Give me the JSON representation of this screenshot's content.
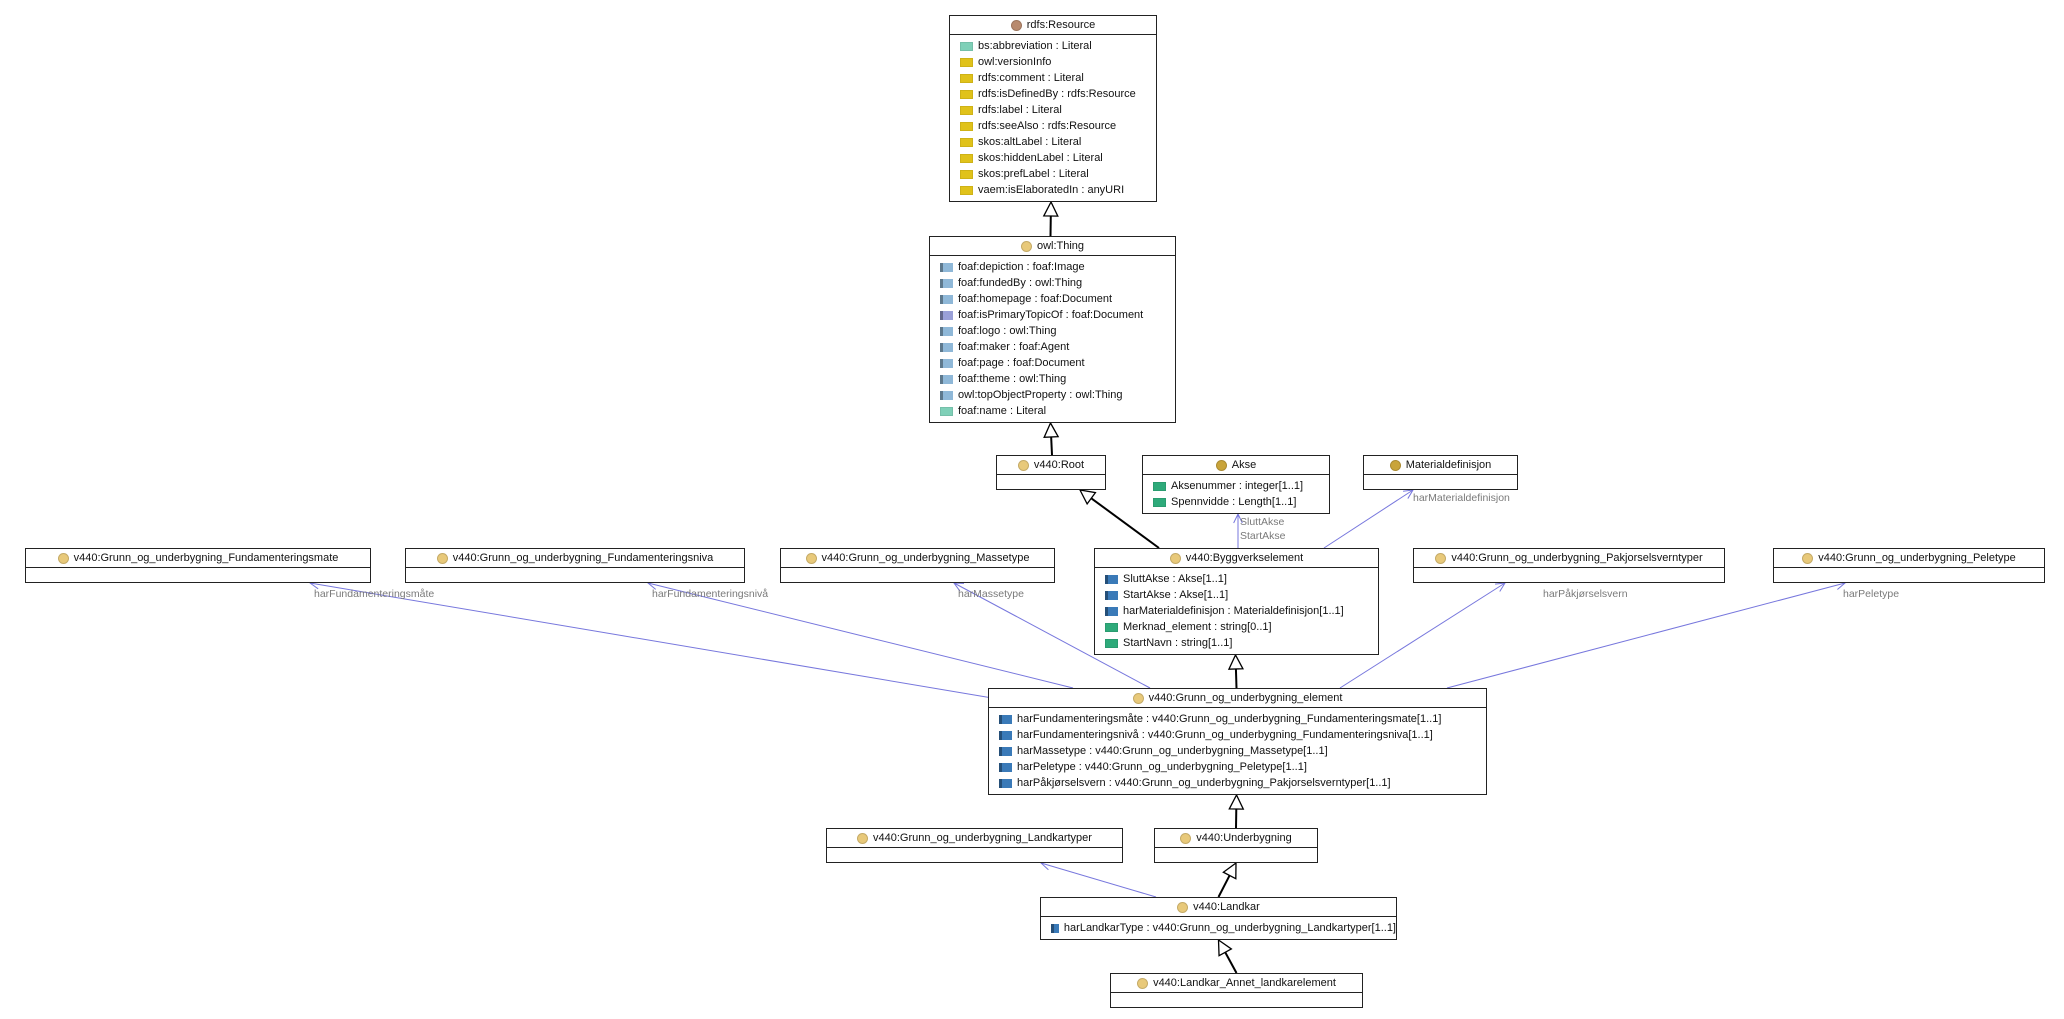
{
  "colors": {
    "yellow_dot": "#e8c97a",
    "resource_dot": "#b88a6e",
    "individual_dot": "#c9a43a",
    "yellow_attr": "#e0c21a",
    "teal_attr": "#7fd0b8",
    "lightblue_attr": "#8fb8d8",
    "purple_attr": "#9aa0d8",
    "green_attr": "#2eaa7a",
    "blue_attr": "#3a7ab8",
    "assoc_line": "#7777dd",
    "label_gray": "#7a7a7a"
  },
  "nodes": [
    {
      "id": "resource",
      "title": "rdfs:Resource",
      "icon": "resource-class-icon",
      "attributes": [
        {
          "text": "bs:abbreviation : Literal",
          "kind": "teal"
        },
        {
          "text": "owl:versionInfo",
          "kind": "yellow"
        },
        {
          "text": "rdfs:comment : Literal",
          "kind": "yellow"
        },
        {
          "text": "rdfs:isDefinedBy : rdfs:Resource",
          "kind": "yellow"
        },
        {
          "text": "rdfs:label : Literal",
          "kind": "yellow"
        },
        {
          "text": "rdfs:seeAlso : rdfs:Resource",
          "kind": "yellow"
        },
        {
          "text": "skos:altLabel : Literal",
          "kind": "yellow"
        },
        {
          "text": "skos:hiddenLabel : Literal",
          "kind": "yellow"
        },
        {
          "text": "skos:prefLabel : Literal",
          "kind": "yellow"
        },
        {
          "text": "vaem:isElaboratedIn : anyURI",
          "kind": "yellow"
        }
      ]
    },
    {
      "id": "thing",
      "title": "owl:Thing",
      "icon": "class-icon",
      "attributes": [
        {
          "text": "foaf:depiction : foaf:Image",
          "kind": "lightblue"
        },
        {
          "text": "foaf:fundedBy : owl:Thing",
          "kind": "lightblue"
        },
        {
          "text": "foaf:homepage : foaf:Document",
          "kind": "lightblue"
        },
        {
          "text": "foaf:isPrimaryTopicOf : foaf:Document",
          "kind": "purple"
        },
        {
          "text": "foaf:logo : owl:Thing",
          "kind": "lightblue"
        },
        {
          "text": "foaf:maker : foaf:Agent",
          "kind": "lightblue"
        },
        {
          "text": "foaf:page : foaf:Document",
          "kind": "lightblue"
        },
        {
          "text": "foaf:theme : owl:Thing",
          "kind": "lightblue"
        },
        {
          "text": "owl:topObjectProperty : owl:Thing",
          "kind": "lightblue"
        },
        {
          "text": "foaf:name : Literal",
          "kind": "teal"
        }
      ]
    },
    {
      "id": "root",
      "title": "v440:Root",
      "icon": "class-icon",
      "attributes": []
    },
    {
      "id": "akse",
      "title": "Akse",
      "icon": "individual-class-icon",
      "attributes": [
        {
          "text": "Aksenummer : integer[1..1]",
          "kind": "green"
        },
        {
          "text": "Spennvidde : Length[1..1]",
          "kind": "green"
        }
      ]
    },
    {
      "id": "materialdef",
      "title": "Materialdefinisjon",
      "icon": "individual-class-icon",
      "attributes": []
    },
    {
      "id": "fundmate",
      "title": "v440:Grunn_og_underbygning_Fundamenteringsmate",
      "icon": "class-icon",
      "attributes": []
    },
    {
      "id": "fundniva",
      "title": "v440:Grunn_og_underbygning_Fundamenteringsniva",
      "icon": "class-icon",
      "attributes": []
    },
    {
      "id": "massetype",
      "title": "v440:Grunn_og_underbygning_Massetype",
      "icon": "class-icon",
      "attributes": []
    },
    {
      "id": "bygg",
      "title": "v440:Byggverkselement",
      "icon": "class-icon",
      "attributes": [
        {
          "text": "SluttAkse : Akse[1..1]",
          "kind": "blue"
        },
        {
          "text": "StartAkse : Akse[1..1]",
          "kind": "blue"
        },
        {
          "text": "harMaterialdefinisjon : Materialdefinisjon[1..1]",
          "kind": "blue"
        },
        {
          "text": "Merknad_element : string[0..1]",
          "kind": "green"
        },
        {
          "text": "StartNavn : string[1..1]",
          "kind": "green"
        }
      ]
    },
    {
      "id": "pakjor",
      "title": "v440:Grunn_og_underbygning_Pakjorselsverntyper",
      "icon": "class-icon",
      "attributes": []
    },
    {
      "id": "peletype",
      "title": "v440:Grunn_og_underbygning_Peletype",
      "icon": "class-icon",
      "attributes": []
    },
    {
      "id": "gue",
      "title": "v440:Grunn_og_underbygning_element",
      "icon": "class-icon",
      "attributes": [
        {
          "text": "harFundamenteringsmåte : v440:Grunn_og_underbygning_Fundamenteringsmate[1..1]",
          "kind": "blue"
        },
        {
          "text": "harFundamenteringsnivå : v440:Grunn_og_underbygning_Fundamenteringsniva[1..1]",
          "kind": "blue"
        },
        {
          "text": "harMassetype : v440:Grunn_og_underbygning_Massetype[1..1]",
          "kind": "blue"
        },
        {
          "text": "harPeletype : v440:Grunn_og_underbygning_Peletype[1..1]",
          "kind": "blue"
        },
        {
          "text": "harPåkjørselsvern : v440:Grunn_og_underbygning_Pakjorselsverntyper[1..1]",
          "kind": "blue"
        }
      ]
    },
    {
      "id": "landkartyper",
      "title": "v440:Grunn_og_underbygning_Landkartyper",
      "icon": "class-icon",
      "attributes": []
    },
    {
      "id": "underbygning",
      "title": "v440:Underbygning",
      "icon": "class-icon",
      "attributes": []
    },
    {
      "id": "landkar",
      "title": "v440:Landkar",
      "icon": "class-icon",
      "attributes": [
        {
          "text": "harLandkarType : v440:Grunn_og_underbygning_Landkartyper[1..1]",
          "kind": "blue"
        }
      ]
    },
    {
      "id": "annet",
      "title": "v440:Landkar_Annet_landkarelement",
      "icon": "class-icon",
      "attributes": []
    }
  ],
  "edge_labels": [
    {
      "id": "l-sluttakse",
      "text": "SluttAkse"
    },
    {
      "id": "l-startakse",
      "text": "StartAkse"
    },
    {
      "id": "l-harmatdef",
      "text": "harMaterialdefinisjon"
    },
    {
      "id": "l-fundmate",
      "text": "harFundamenteringsmåte"
    },
    {
      "id": "l-fundniva",
      "text": "harFundamenteringsnivå"
    },
    {
      "id": "l-massetype",
      "text": "harMassetype"
    },
    {
      "id": "l-pakjor",
      "text": "harPåkjørselsvern"
    },
    {
      "id": "l-peletype",
      "text": "harPeletype"
    }
  ]
}
